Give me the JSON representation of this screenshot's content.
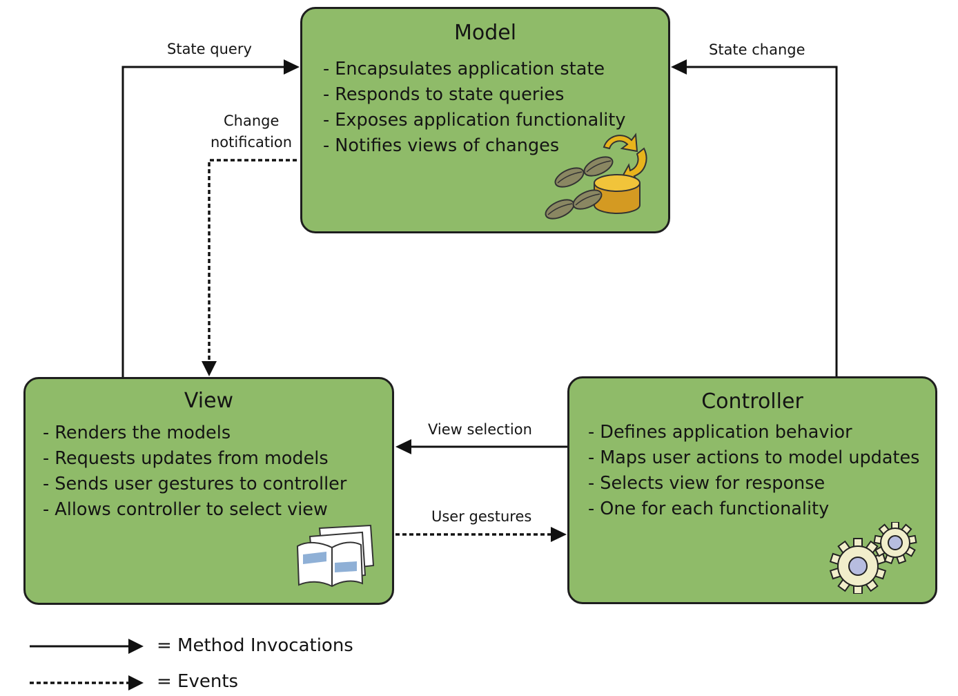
{
  "model": {
    "title": "Model",
    "items": [
      "- Encapsulates application state",
      "- Responds to state queries",
      "- Exposes application functionality",
      "- Notifies views of changes"
    ],
    "icon": "database-beans-icon"
  },
  "view": {
    "title": "View",
    "items": [
      "- Renders the models",
      "- Requests updates from models",
      "- Sends user gestures to controller",
      "- Allows controller to select view"
    ],
    "icon": "documents-icon"
  },
  "controller": {
    "title": "Controller",
    "items": [
      "- Defines application behavior",
      "- Maps user actions to model updates",
      "- Selects view for response",
      "- One for each functionality"
    ],
    "icon": "gears-icon"
  },
  "arrows": {
    "state_query": "State query",
    "state_change": "State change",
    "change_notification_line1": "Change",
    "change_notification_line2": "notification",
    "view_selection": "View selection",
    "user_gestures": "User gestures"
  },
  "legend": {
    "method": "= Method Invocations",
    "events": "= Events"
  },
  "colors": {
    "box_fill": "#8fbb69",
    "box_border": "#1e1e1e",
    "line": "#111111",
    "icon_yellow": "#e8b41c",
    "icon_bean": "#8a8762"
  }
}
